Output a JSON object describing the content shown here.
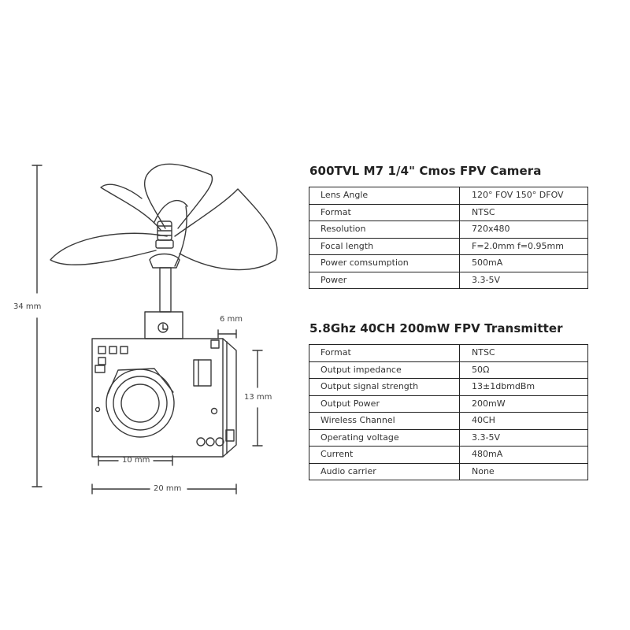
{
  "dimensions": {
    "height_total": "34 mm",
    "depth": "6 mm",
    "body_height": "13 mm",
    "lens_width": "10 mm",
    "body_width": "20 mm"
  },
  "camera": {
    "title": "600TVL M7 1/4\" Cmos FPV Camera",
    "rows": [
      {
        "label": "Lens Angle",
        "value": "120°  FOV   150°  DFOV"
      },
      {
        "label": "Format",
        "value": "NTSC"
      },
      {
        "label": "Resolution",
        "value": "720x480"
      },
      {
        "label": "Focal length",
        "value": "F=2.0mm f=0.95mm"
      },
      {
        "label": "Power comsumption",
        "value": "500mA"
      },
      {
        "label": "Power",
        "value": "3.3-5V"
      }
    ]
  },
  "transmitter": {
    "title": "5.8Ghz 40CH 200mW FPV Transmitter",
    "rows": [
      {
        "label": "Format",
        "value": "NTSC"
      },
      {
        "label": "Output impedance",
        "value": "50Ω"
      },
      {
        "label": "Output signal strength",
        "value": "13±1dbmdBm"
      },
      {
        "label": "Output Power",
        "value": "200mW"
      },
      {
        "label": "Wireless Channel",
        "value": "40CH"
      },
      {
        "label": "Operating voltage",
        "value": "3.3-5V"
      },
      {
        "label": "Current",
        "value": "480mA"
      },
      {
        "label": "Audio carrier",
        "value": "None"
      }
    ]
  }
}
